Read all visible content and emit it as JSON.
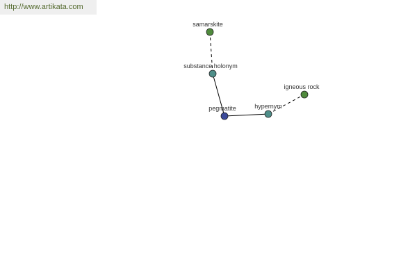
{
  "banner": {
    "url_text": "http://www.artikata.com"
  },
  "colors": {
    "center_node": "#3b4a9a",
    "relation_node": "#4f8f8a",
    "term_node": "#4f8a3c",
    "edge": "#000000"
  },
  "graph": {
    "nodes": [
      {
        "id": "pegmatite",
        "label": "pegmatite",
        "kind": "center"
      },
      {
        "id": "substance-holonym",
        "label": "substance holonym",
        "kind": "relation"
      },
      {
        "id": "samarskite",
        "label": "samarskite",
        "kind": "term"
      },
      {
        "id": "hypernym",
        "label": "hypernym",
        "kind": "relation"
      },
      {
        "id": "igneous-rock",
        "label": "igneous rock",
        "kind": "term"
      }
    ],
    "edges": [
      {
        "from": "pegmatite",
        "to": "substance-holonym",
        "style": "solid"
      },
      {
        "from": "substance-holonym",
        "to": "samarskite",
        "style": "dashed"
      },
      {
        "from": "pegmatite",
        "to": "hypernym",
        "style": "solid"
      },
      {
        "from": "hypernym",
        "to": "igneous-rock",
        "style": "dashed"
      }
    ]
  }
}
